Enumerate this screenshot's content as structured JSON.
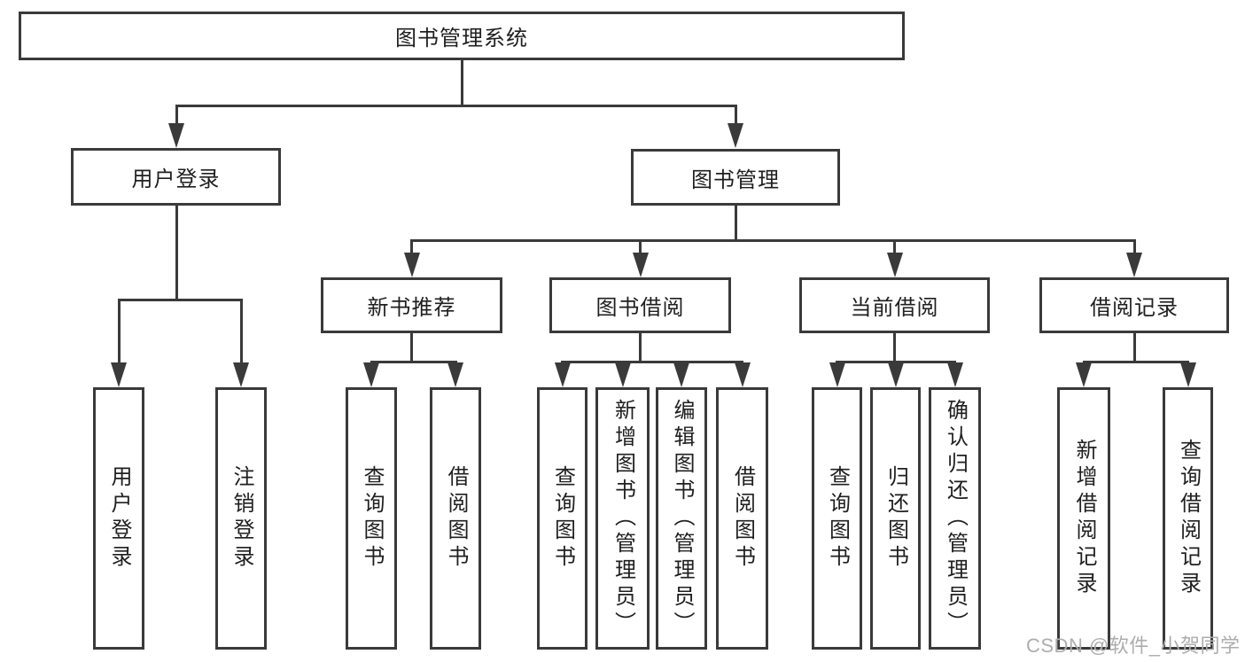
{
  "colors": {
    "background": "#ffffff",
    "line": "#3a3a3a",
    "text": "#1f1f1f",
    "watermark": "#adadad"
  },
  "tree": {
    "root": {
      "label": "图书管理系统"
    },
    "branches": [
      {
        "label": "用户登录",
        "children": [
          "用户登录",
          "注销登录"
        ]
      },
      {
        "label": "图书管理",
        "sections": [
          {
            "label": "新书推荐",
            "children": [
              "查询图书",
              "借阅图书"
            ]
          },
          {
            "label": "图书借阅",
            "children": [
              "查询图书",
              "新增图书（管理员）",
              "编辑图书（管理员）",
              "借阅图书"
            ]
          },
          {
            "label": "当前借阅",
            "children": [
              "查询图书",
              "归还图书",
              "确认归还（管理员）"
            ]
          },
          {
            "label": "借阅记录",
            "children": [
              "新增借阅记录",
              "查询借阅记录"
            ]
          }
        ]
      }
    ]
  },
  "watermark": "CSDN @软件_小贺同学"
}
